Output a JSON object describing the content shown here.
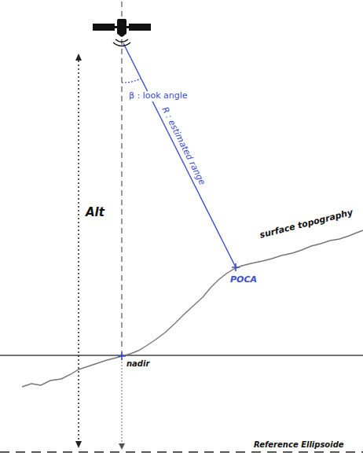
{
  "diagram": {
    "labels": [
      "Alt",
      "β : look angle",
      "R : estimated range",
      "surface topography",
      "POCA",
      "nadir",
      "Reference Ellipsoide"
    ]
  }
}
